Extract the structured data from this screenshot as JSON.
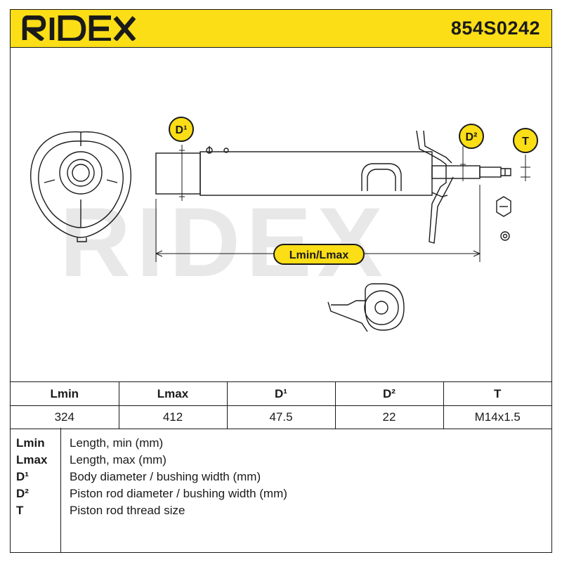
{
  "header": {
    "brand": "RIDEX",
    "part_number": "854S0242"
  },
  "drawing": {
    "watermark": "RIDEX",
    "labels": {
      "d1": "D¹",
      "d2": "D²",
      "t": "T",
      "length": "Lmin/Lmax"
    }
  },
  "spec_table": {
    "headers": [
      "Lmin",
      "Lmax",
      "D¹",
      "D²",
      "T"
    ],
    "values": [
      "324",
      "412",
      "47.5",
      "22",
      "M14x1.5"
    ]
  },
  "legend": [
    {
      "key": "Lmin",
      "desc": "Length, min (mm)"
    },
    {
      "key": "Lmax",
      "desc": "Length, max (mm)"
    },
    {
      "key": "D¹",
      "desc": "Body diameter / bushing width (mm)"
    },
    {
      "key": "D²",
      "desc": "Piston rod diameter / bushing width (mm)"
    },
    {
      "key": "T",
      "desc": "Piston rod thread size"
    }
  ],
  "colors": {
    "accent": "#fbde16",
    "ink": "#1a1a1a",
    "watermark": "#e8e8e8"
  }
}
